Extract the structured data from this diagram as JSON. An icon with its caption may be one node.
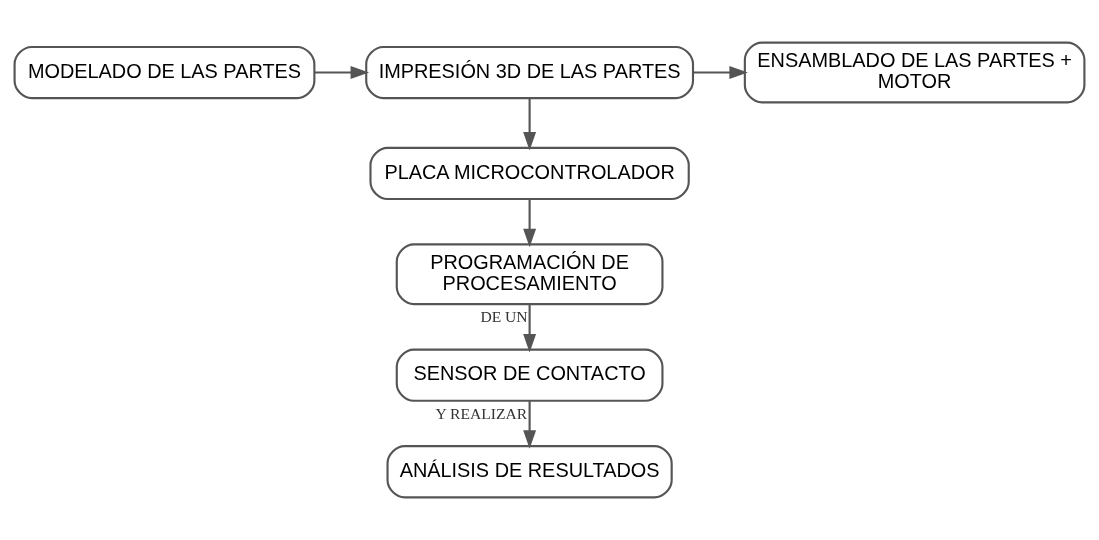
{
  "diagram": {
    "nodes": [
      {
        "text": [
          "MODELADO DE LAS PARTES"
        ]
      },
      {
        "text": [
          "IMPRESIÓN 3D DE LAS PARTES"
        ]
      },
      {
        "text": [
          "ENSAMBLADO DE LAS PARTES + MOTOR"
        ]
      },
      {
        "text": [
          "PLACA MICROCONTROLADOR"
        ]
      },
      {
        "text": [
          "PROGRAMACIÓN DE PROCESAMIENTO"
        ]
      },
      {
        "text": [
          "SENSOR DE CONTACTO"
        ]
      },
      {
        "text": [
          "ANÁLISIS DE RESULTADOS"
        ]
      }
    ],
    "edges": [
      {
        "from": 0,
        "to": 1,
        "arrow": "to"
      },
      {
        "from": 1,
        "to": 2,
        "arrow": "to"
      },
      {
        "from": 1,
        "to": 3,
        "arrow": "to"
      },
      {
        "from": 3,
        "to": 4,
        "arrow": "to"
      },
      {
        "from": 4,
        "to": 5,
        "arrow": "to",
        "label": "DE UN"
      },
      {
        "from": 5,
        "to": 6,
        "arrow": "to",
        "label": "Y REALIZAR"
      }
    ]
  }
}
